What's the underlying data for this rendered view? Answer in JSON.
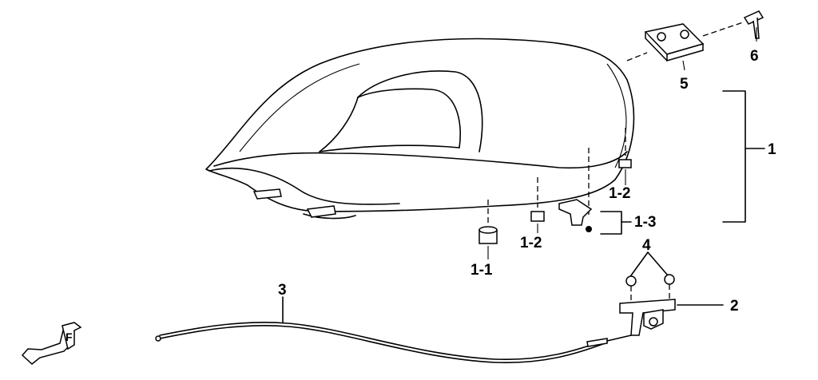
{
  "diagram": {
    "callouts": {
      "bolt": "6",
      "bracket": "5",
      "seat_assembly": "1",
      "rubber_rear": "1-2",
      "hook_set": "1-3",
      "rubber_front": "1-2",
      "damper": "1-1",
      "bolts_lock": "4",
      "seat_lock": "2",
      "cable": "3"
    },
    "front_indicator": "F"
  }
}
